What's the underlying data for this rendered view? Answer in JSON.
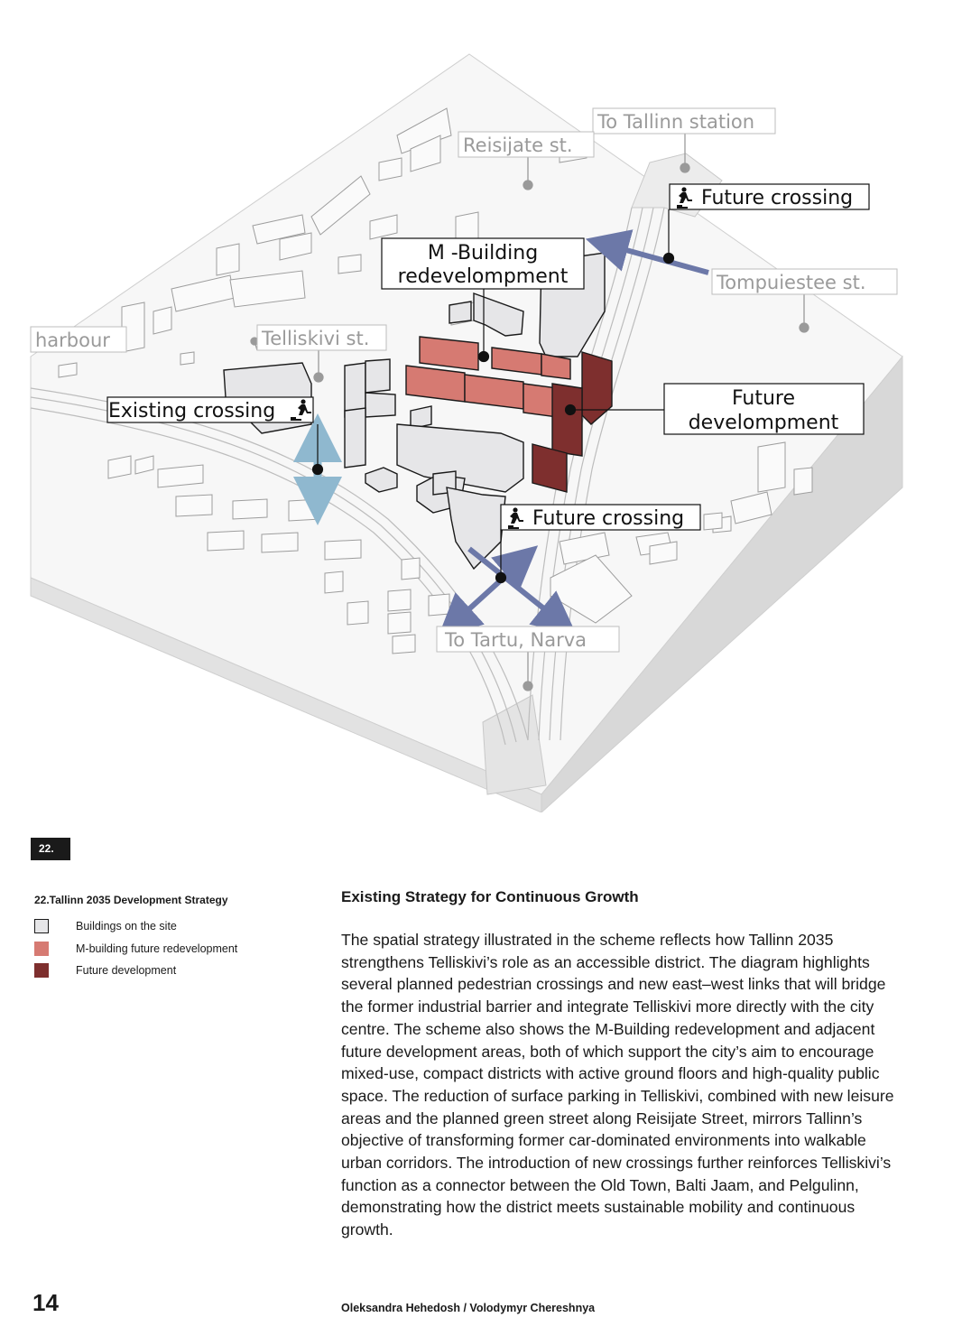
{
  "diagram": {
    "labels": {
      "tallinn_station": "To Tallinn station",
      "reisijate": "Reisijate st.",
      "future_crossing_top": "Future crossing",
      "m_building_line1": "M -Building",
      "m_building_line2": "redevelompment",
      "tompuiestee": "Tompuiestee st.",
      "harbour": "harbour",
      "telliskivi": "Telliskivi st.",
      "existing_crossing": "Existing crossing",
      "future_development_line1": "Future",
      "future_development_line2": "develompment",
      "future_crossing_bottom": "Future crossing",
      "tartu_narva": "To Tartu, Narva"
    },
    "colors": {
      "site_building": "#e6e6e8",
      "m_building": "#d67a72",
      "future_development": "#7e2f2e",
      "crossing_arrow": "#6c78a8",
      "existing_arrow": "#8fb8cf"
    }
  },
  "figure": {
    "badge": "22."
  },
  "legend": {
    "title": "22.Tallinn 2035 Development Strategy",
    "items": [
      {
        "label": "Buildings on the site",
        "color": "#e6e6e8"
      },
      {
        "label": "M-building future redevelopment",
        "color": "#d67a72"
      },
      {
        "label": "Future development",
        "color": "#7e2f2e"
      }
    ]
  },
  "article": {
    "heading": "Existing Strategy for Continuous Growth",
    "body": "The spatial strategy illustrated in the scheme reflects how Tallinn 2035 strengthens Telliskivi’s role as an accessible district. The diagram highlights several planned pedestrian crossings and new east–west links that will bridge the former industrial barrier and integrate Telliskivi more directly with the city centre. The scheme also shows the M-Building redevelopment and adjacent future development areas, both of which support the city’s aim to encourage mixed-use, compact districts with active ground floors and high-quality public space. The reduction of surface parking in Telliskivi, combined with new leisure areas and the planned green street along Reisijate Street, mirrors Tallinn’s objective of transforming former car-dominated environments into walkable urban corridors. The introduction of new crossings further reinforces Telliskivi’s function as a connector between the Old Town, Balti Jaam, and Pelgulinn, demonstrating how the district meets sustainable mobility and continuous growth."
  },
  "footer": {
    "page_number": "14",
    "authors": "Oleksandra Hehedosh / Volodymyr Chereshnya"
  }
}
